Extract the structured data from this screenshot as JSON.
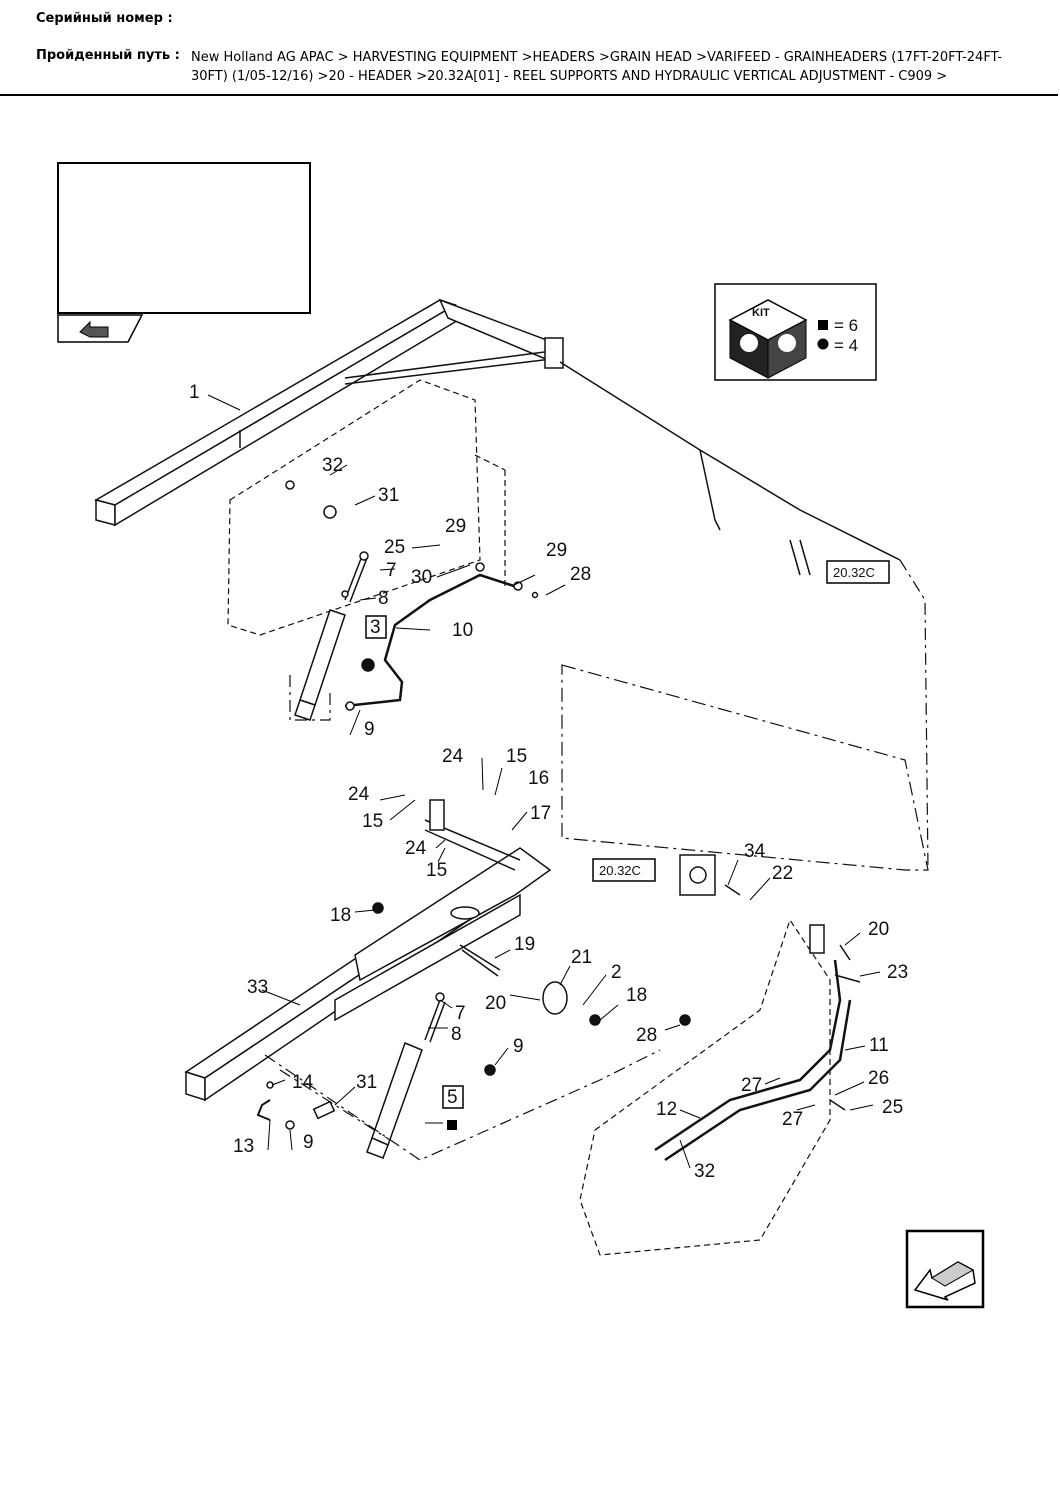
{
  "header": {
    "serial_label": "Серийный номер :",
    "path_label": "Пройденный путь :",
    "path_text": "New Holland AG APAC > HARVESTING EQUIPMENT >HEADERS >GRAIN HEAD >VARIFEED - GRAINHEADERS (17FT-20FT-24FT-30FT) (1/05-12/16) >20 - HEADER >20.32A[01] - REEL SUPPORTS  AND HYDRAULIC VERTICAL ADJUSTMENT - C909 >"
  },
  "kit": {
    "label": "KIT",
    "square_count": "= 6",
    "dot_count": "= 4"
  },
  "refs": [
    "20.32C",
    "20.32C"
  ],
  "callouts": [
    "1",
    "32",
    "31",
    "25",
    "29",
    "29",
    "7",
    "28",
    "30",
    "8",
    "3",
    "10",
    "9",
    "24",
    "15",
    "16",
    "24",
    "15",
    "17",
    "24",
    "15",
    "34",
    "22",
    "18",
    "19",
    "21",
    "20",
    "23",
    "33",
    "2",
    "20",
    "18",
    "7",
    "8",
    "28",
    "9",
    "11",
    "26",
    "14",
    "31",
    "27",
    "25",
    "12",
    "27",
    "5",
    "13",
    "9",
    "32"
  ],
  "icons": [
    "previous-page-icon",
    "next-page-icon"
  ]
}
